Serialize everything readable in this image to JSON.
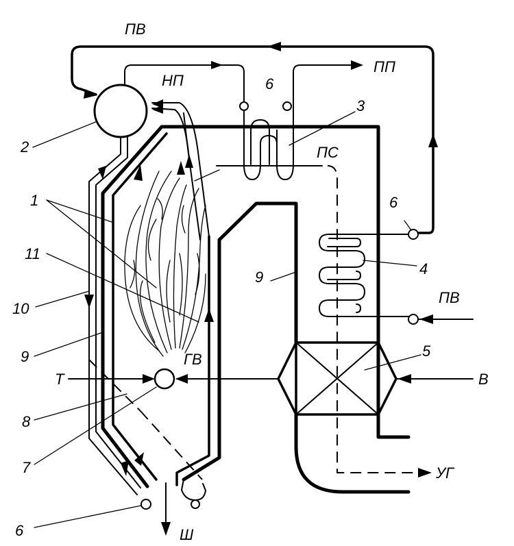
{
  "labels": {
    "pv_top": "ПВ",
    "np": "НП",
    "pp": "ПП",
    "ps": "ПС",
    "pv_right": "ПВ",
    "gv": "ГВ",
    "t": "Т",
    "v": "В",
    "ug": "УГ",
    "sh": "Ш"
  },
  "numbers": {
    "n1": "1",
    "n2": "2",
    "n3": "3",
    "n4": "4",
    "n5": "5",
    "n6_top": "6",
    "n6_right": "6",
    "n6_bottom": "6",
    "n7": "7",
    "n8": "8",
    "n9_left": "9",
    "n9_mid": "9",
    "n10": "10",
    "n11": "11"
  }
}
